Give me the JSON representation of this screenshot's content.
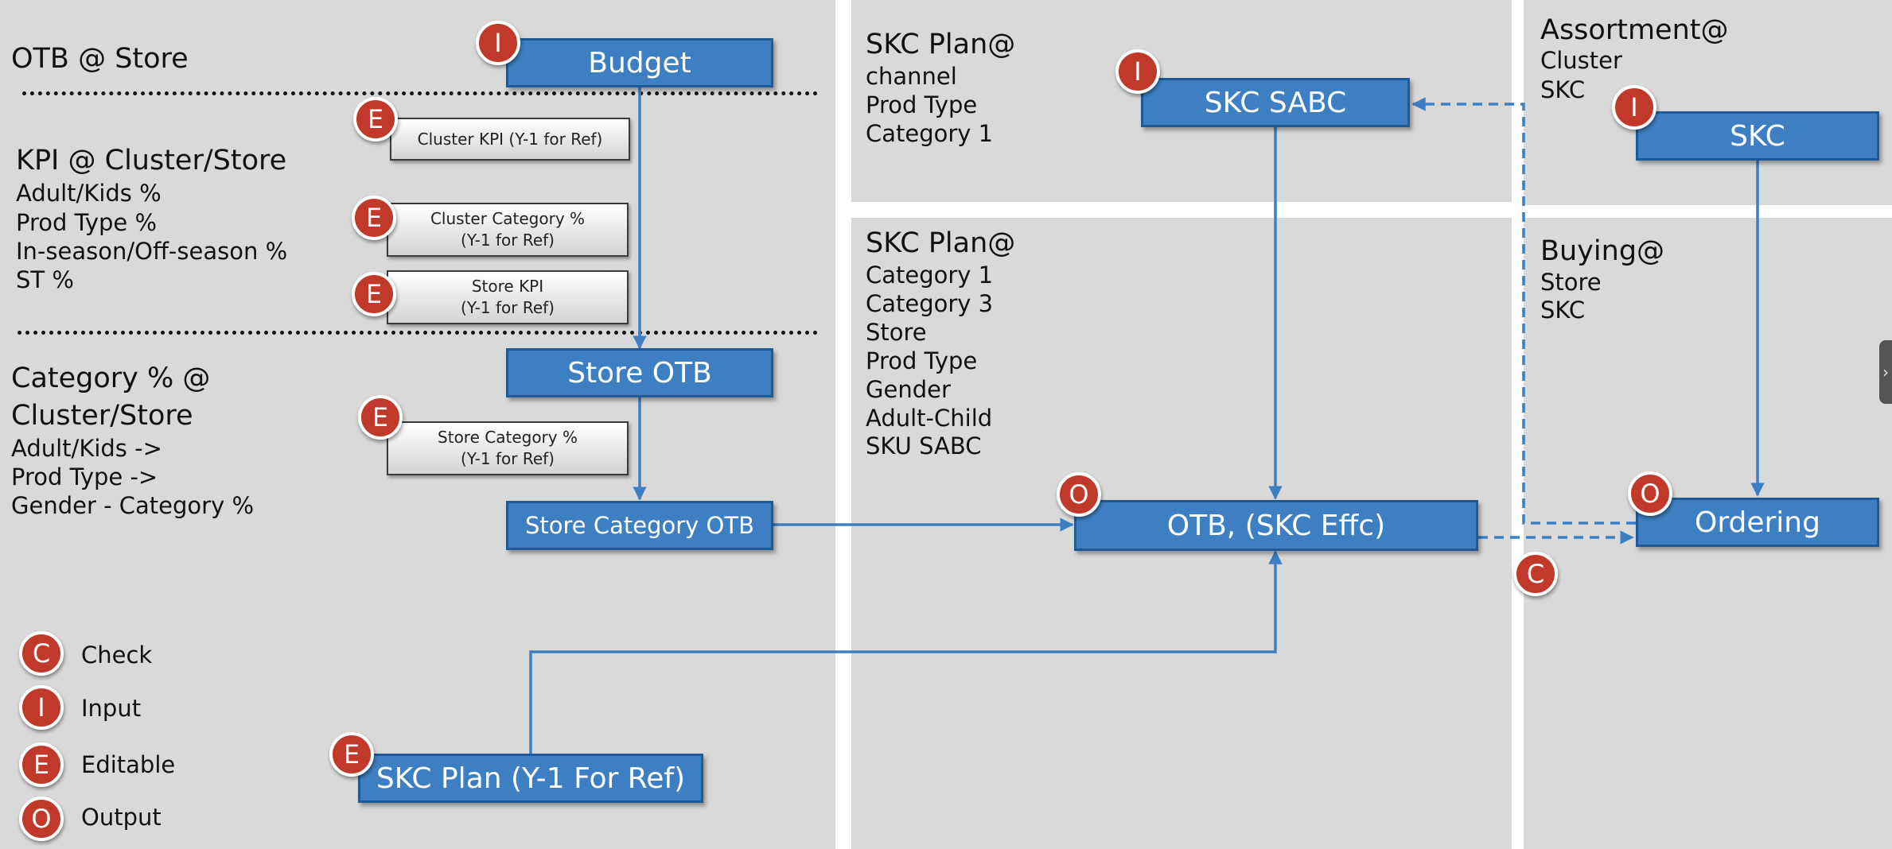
{
  "colors": {
    "panel": "#d9d9d9",
    "box_blue": "#3d7fc2",
    "arrow": "#3d7fc2",
    "badge_red": "#c0392b"
  },
  "left_panel": {
    "otb_store": "OTB @ Store",
    "kpi_title": "KPI @ Cluster/Store",
    "kpi_items": [
      "Adult/Kids %",
      "Prod Type %",
      "In-season/Off-season %",
      "ST %"
    ],
    "category_title_1": "Category % @",
    "category_title_2": "Cluster/Store",
    "category_items": [
      "Adult/Kids ->",
      "Prod Type ->",
      "Gender - Category %"
    ]
  },
  "boxes": {
    "budget": "Budget",
    "cluster_kpi": "Cluster KPI  (Y-1 for Ref)",
    "cluster_category_1": "Cluster Category %",
    "cluster_category_2": "(Y-1 for Ref)",
    "store_kpi_1": "Store KPI",
    "store_kpi_2": "(Y-1 for Ref)",
    "store_otb": "Store OTB",
    "store_category_1": "Store Category %",
    "store_category_2": "(Y-1 for Ref)",
    "store_category_otb": "Store Category OTB",
    "skc_plan_ref": "SKC Plan (Y-1 For Ref)",
    "skc_sabc": "SKC SABC",
    "otb_skc": "OTB, (SKC Effc)",
    "skc": "SKC",
    "ordering": "Ordering"
  },
  "mid_panel": {
    "top_title": "SKC Plan@",
    "top_items": [
      "channel",
      "Prod Type",
      "Category 1"
    ],
    "bottom_title": "SKC Plan@",
    "bottom_items": [
      "Category 1",
      "Category 3",
      "Store",
      "Prod Type",
      "Gender",
      "Adult-Child",
      "SKU SABC"
    ]
  },
  "right_panel": {
    "top_title": "Assortment@",
    "top_items": [
      "Cluster",
      "SKC"
    ],
    "bottom_title": "Buying@",
    "bottom_items": [
      "Store",
      "SKC"
    ]
  },
  "badges": {
    "input": "I",
    "editable": "E",
    "output": "O",
    "check": "C"
  },
  "legend": [
    {
      "letter": "C",
      "label": "Check"
    },
    {
      "letter": "I",
      "label": "Input"
    },
    {
      "letter": "E",
      "label": "Editable"
    },
    {
      "letter": "O",
      "label": "Output"
    }
  ],
  "side_tab_icon": "chevron-right-icon"
}
